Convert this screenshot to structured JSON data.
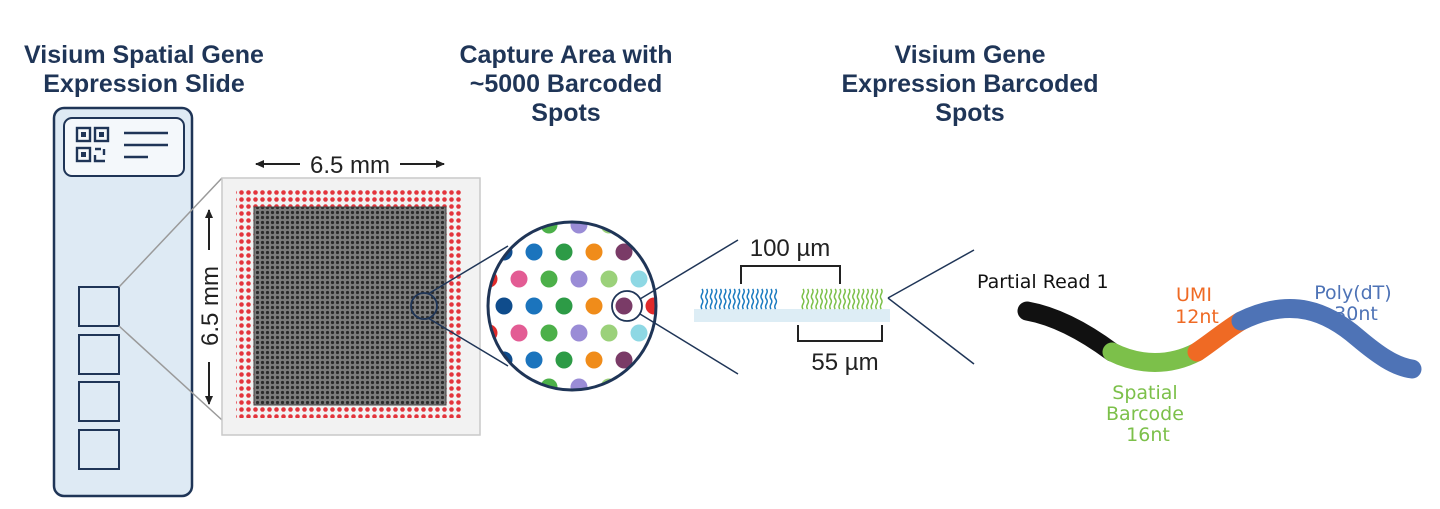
{
  "headings": {
    "slide": [
      "Visium Spatial Gene",
      "Expression Slide"
    ],
    "capture": [
      "Capture Area with",
      "~5000 Barcoded",
      "Spots"
    ],
    "spots": [
      "Visium Gene",
      "Expression Barcoded",
      "Spots"
    ]
  },
  "dimensions": {
    "width": "6.5 mm",
    "height": "6.5 mm",
    "spot_spacing": "100 µm",
    "spot_diameter": "55 µm"
  },
  "oligo": {
    "read1": "Partial Read 1",
    "umi": [
      "UMI",
      "12nt"
    ],
    "polydt": [
      "Poly(dT)",
      "30nt"
    ],
    "barcode": [
      "Spatial",
      "Barcode",
      "16nt"
    ]
  },
  "colors": {
    "heading": "#1f3557",
    "slide_fill": "#deeaf4",
    "fiducial": "#e3343c",
    "read1": "#111111",
    "barcode": "#7cc04a",
    "umi": "#ef6a24",
    "polydt": "#4e73b6",
    "spot_palette": [
      "#2d9b46",
      "#9bd17a",
      "#7a3b67",
      "#f2b41b",
      "#e35c94",
      "#1b74bd",
      "#9a8cd6",
      "#f08c1a",
      "#8ed8e4",
      "#e02a2a",
      "#0f4c8c",
      "#4cb049"
    ]
  }
}
